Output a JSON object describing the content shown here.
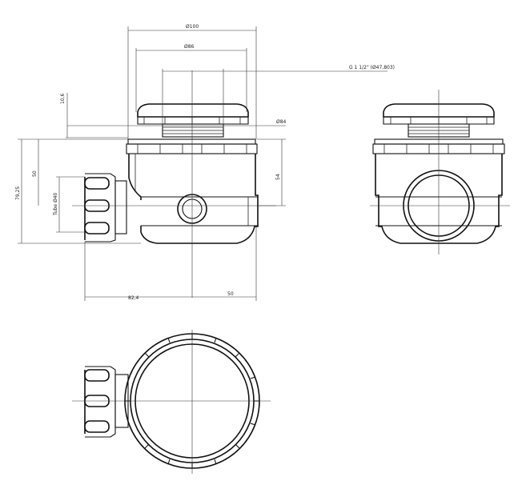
{
  "drawing": {
    "views": [
      "front-view",
      "side-view",
      "top-view"
    ],
    "dimensions": {
      "d100": "Ø100",
      "d86": "Ø86",
      "thread": "G 1 1/2\" (Ø47,803)",
      "d84": "Ø84",
      "h10_6": "10,6",
      "h79_25": "79,25",
      "h50": "50",
      "tube": "Tube Ø40",
      "h54": "54",
      "w82_4": "82,4",
      "w50": "50"
    }
  }
}
